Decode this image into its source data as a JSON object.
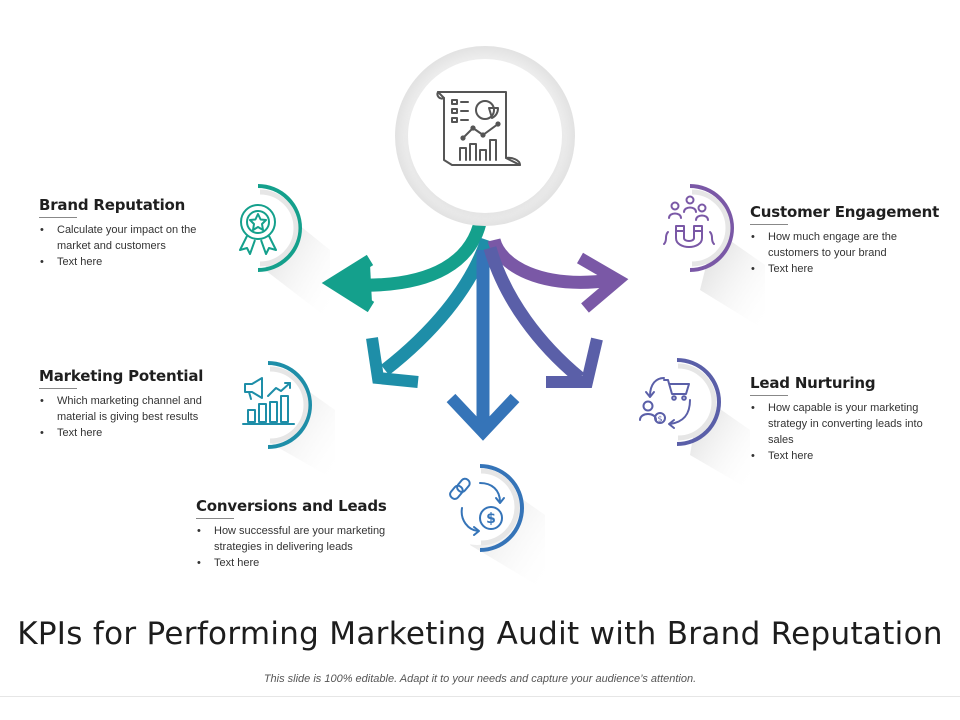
{
  "title": "KPIs for Performing Marketing Audit with Brand Reputation",
  "subtitle": "This slide is 100% editable. Adapt it to your needs and capture your audience’s attention.",
  "center": {
    "icon": "report-document-chart-icon"
  },
  "colors": {
    "teal": "#14a08c",
    "blue_teal": "#1e8ea8",
    "blue": "#3574b8",
    "purple_blue": "#5a5fa8",
    "purple": "#7a58a6"
  },
  "kpis": [
    {
      "id": "brand",
      "title": "Brand Reputation",
      "icon": "award-ribbon-icon",
      "bullets": [
        "Calculate your impact on the market and customers",
        "Text here"
      ]
    },
    {
      "id": "potential",
      "title": "Marketing Potential",
      "icon": "megaphone-growth-chart-icon",
      "bullets": [
        "Which marketing channel and material is giving best results",
        "Text here"
      ]
    },
    {
      "id": "conversion",
      "title": "Conversions and Leads",
      "icon": "link-dollar-cycle-icon",
      "bullets": [
        "How successful  are your marketing strategies in delivering leads",
        "Text here"
      ]
    },
    {
      "id": "engagement",
      "title": "Customer Engagement",
      "icon": "magnet-people-icon",
      "bullets": [
        "How much engage are the customers to your brand",
        "Text here"
      ]
    },
    {
      "id": "nurturing",
      "title": "Lead Nurturing",
      "icon": "cart-customer-cycle-icon",
      "bullets": [
        "How capable is your marketing strategy in converting leads into sales",
        "Text here"
      ]
    }
  ]
}
